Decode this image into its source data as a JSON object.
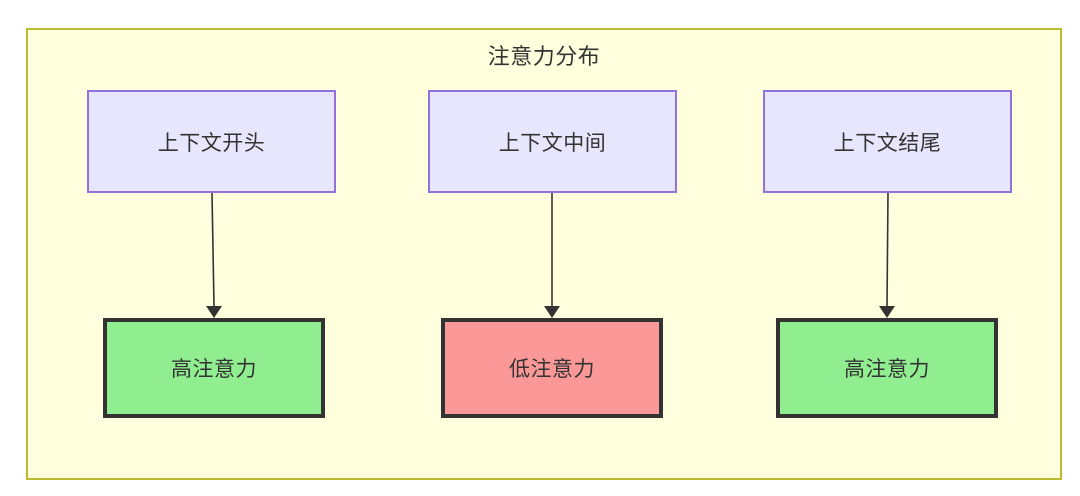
{
  "diagram": {
    "type": "flowchart",
    "title": "注意力分布",
    "container": {
      "label": "注意力分布",
      "fill_color": "#ffffdd",
      "border_color": "#bbbb33"
    },
    "nodes": {
      "context": [
        {
          "id": "ctx-start",
          "label": "上下文开头",
          "fill_color": "#e6e6fd",
          "border_color": "#9370db"
        },
        {
          "id": "ctx-middle",
          "label": "上下文中间",
          "fill_color": "#e6e6fd",
          "border_color": "#9370db"
        },
        {
          "id": "ctx-end",
          "label": "上下文结尾",
          "fill_color": "#e6e6fd",
          "border_color": "#9370db"
        }
      ],
      "attention": [
        {
          "id": "att-start",
          "label": "高注意力",
          "level": "high",
          "fill_color": "#90ee90",
          "border_color": "#333333"
        },
        {
          "id": "att-middle",
          "label": "低注意力",
          "level": "low",
          "fill_color": "#fa9898",
          "border_color": "#333333"
        },
        {
          "id": "att-end",
          "label": "高注意力",
          "level": "high",
          "fill_color": "#90ee90",
          "border_color": "#333333"
        }
      ]
    },
    "edges": [
      {
        "from": "ctx-start",
        "to": "att-start",
        "arrow": "down-arrow"
      },
      {
        "from": "ctx-middle",
        "to": "att-middle",
        "arrow": "down-arrow"
      },
      {
        "from": "ctx-end",
        "to": "att-end",
        "arrow": "down-arrow"
      }
    ]
  }
}
